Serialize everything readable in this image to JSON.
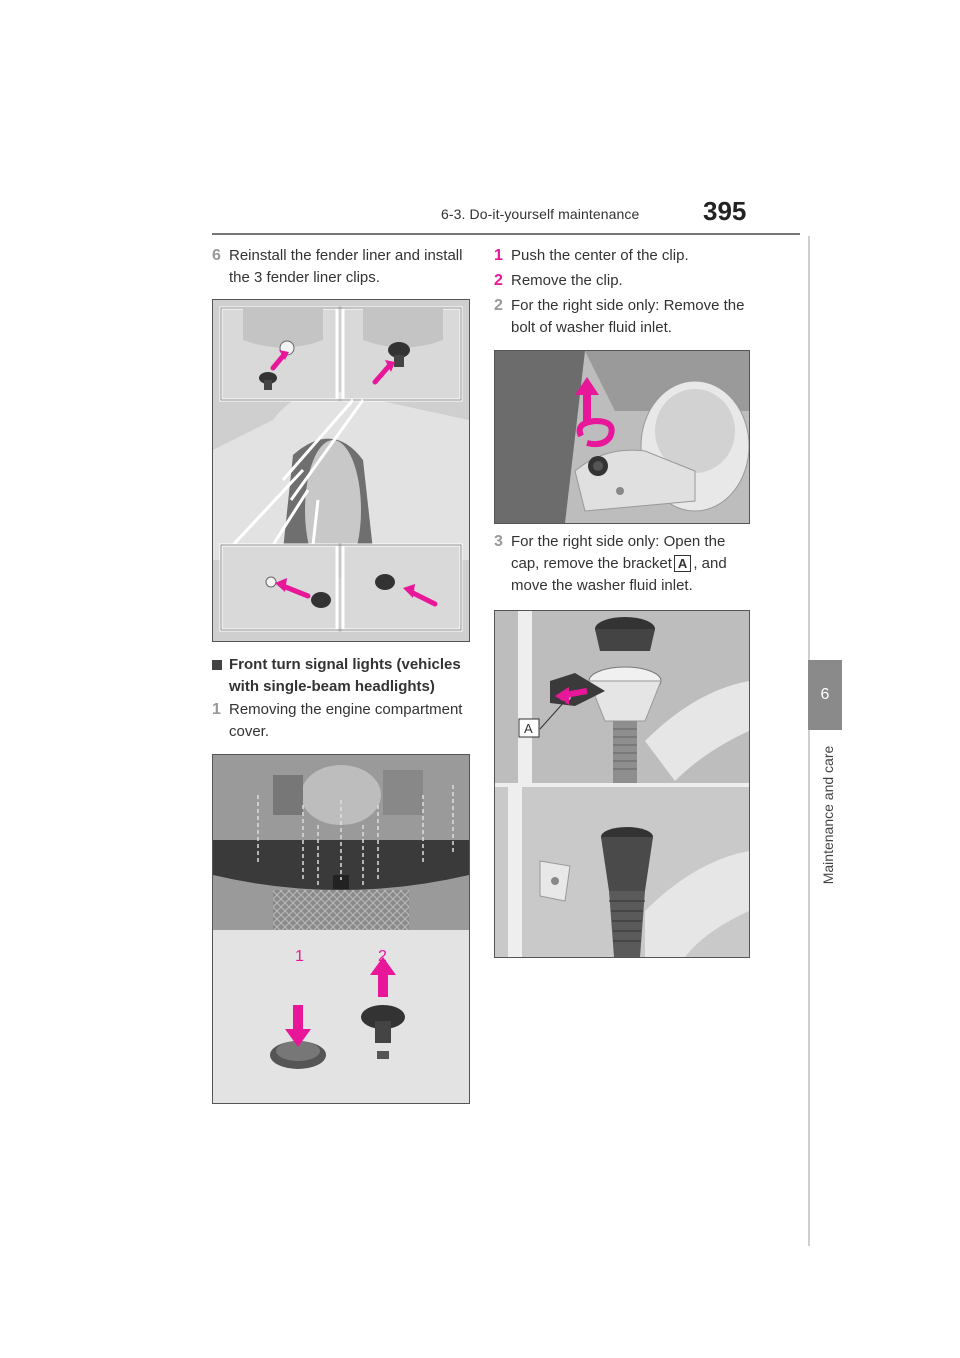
{
  "header": {
    "section_title": "6-3. Do-it-yourself maintenance",
    "page_number": "395"
  },
  "side_tab": {
    "chapter_number": "6",
    "chapter_title": "Maintenance and care"
  },
  "left_column": {
    "step6": {
      "num": "6",
      "line1": "Reinstall the fender liner and install",
      "line2": "the 3 fender liner clips."
    },
    "section": {
      "line1": "Front turn signal lights (vehicles",
      "line2": "with single-beam headlights)"
    },
    "step1": {
      "num": "1",
      "line1": "Removing the engine compartment",
      "line2": "cover."
    },
    "figure_labels": {
      "one": "1",
      "two": "2"
    }
  },
  "right_column": {
    "step1": {
      "num": "1",
      "text": "Push the center of the clip."
    },
    "step2a": {
      "num": "2",
      "text": "Remove the clip."
    },
    "step2b": {
      "num": "2",
      "line1": "For the right side only: Remove the",
      "line2": "bolt of washer fluid inlet."
    },
    "step3": {
      "num": "3",
      "line1": "For the right side only: Open the",
      "line2_before": "cap, remove the bracket",
      "bracket_label": "A",
      "line2_after": ", and",
      "line3": "move the washer fluid inlet."
    },
    "figure_label_a": "A"
  },
  "colors": {
    "accent_arrow": "#e8179a",
    "step_number": "#999999"
  }
}
